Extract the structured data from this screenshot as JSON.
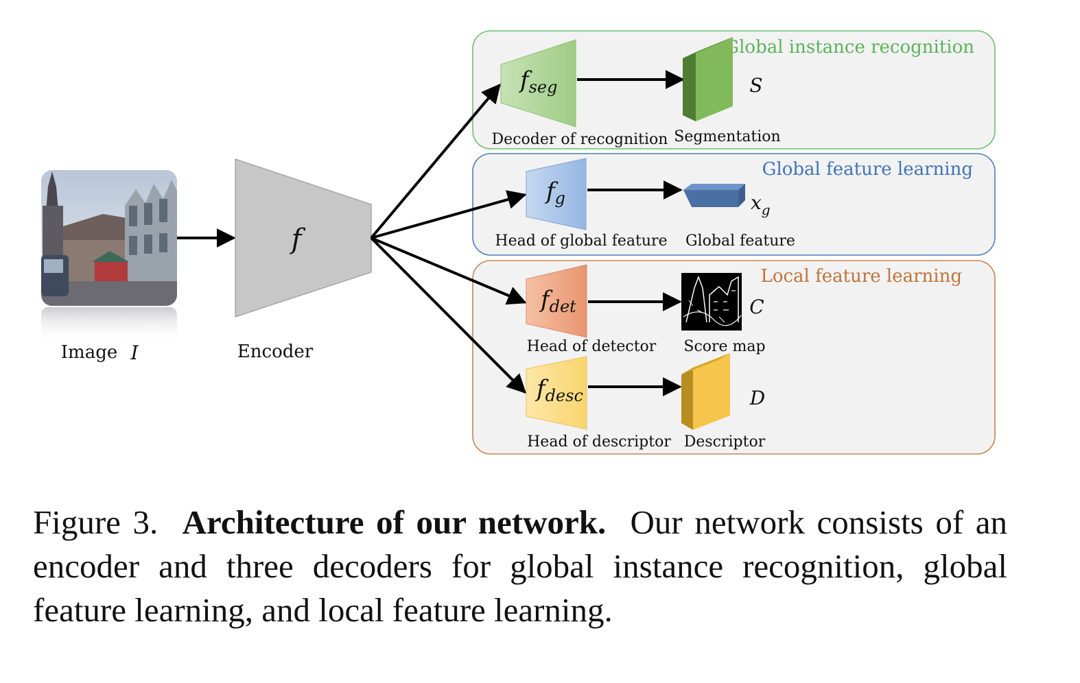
{
  "input": {
    "label": "Image",
    "symbol": "I"
  },
  "encoder": {
    "label": "Encoder",
    "symbol": "f"
  },
  "panels": {
    "recognition": {
      "title": "Global instance recognition",
      "color": "#5bb25b",
      "head_symbol": "f",
      "head_sub": "seg",
      "head_label": "Decoder of recognition",
      "output_label": "Segmentation",
      "output_symbol": "S"
    },
    "global": {
      "title": "Global feature learning",
      "color": "#3f74b8",
      "head_symbol": "f",
      "head_sub": "g",
      "head_label": "Head of global feature",
      "output_label": "Global feature",
      "output_symbol": "x",
      "output_sub": "g"
    },
    "local": {
      "title": "Local feature learning",
      "color": "#c0733a",
      "detector": {
        "head_symbol": "f",
        "head_sub": "det",
        "head_label": "Head of detector",
        "output_label": "Score map",
        "output_symbol": "C"
      },
      "descriptor": {
        "head_symbol": "f",
        "head_sub": "desc",
        "head_label": "Head of descriptor",
        "output_label": "Descriptor",
        "output_symbol": "D"
      }
    }
  },
  "caption": {
    "prefix": "Figure 3.",
    "title": "Architecture of our network.",
    "body": "Our network consists of an encoder and three decoders for global instance recognition, global feature learning, and local feature learning."
  }
}
